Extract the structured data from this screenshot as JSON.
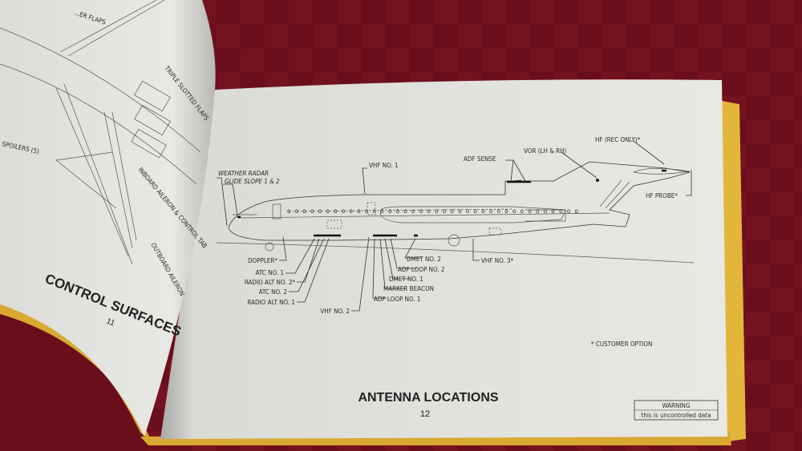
{
  "left_page": {
    "title": "CONTROL SURFACES",
    "page_number": "11",
    "labels": [
      "...ER FLAPS",
      "TRIPLE SLOTTED FLAPS",
      "SPOILERS (5)",
      "INBOARD AILERON & CONTROL TAB",
      "OUTBOARD AILERON"
    ]
  },
  "right_page": {
    "title": "ANTENNA LOCATIONS",
    "page_number": "12",
    "labels": {
      "weather_radar": "WEATHER RADAR",
      "glide_slope": "GLIDE SLOPE 1 & 2",
      "vhf1": "VHF NO. 1",
      "adf_sense": "ADF SENSE",
      "vor": "VOR (LH & RH)",
      "hf_rec": "HF (REC ONLY)*",
      "hf_probe": "HF PROBE*",
      "doppler": "DOPPLER*",
      "atc1": "ATC NO. 1",
      "radio_alt2": "RADIO ALT NO. 2*",
      "atc2": "ATC NO. 2",
      "radio_alt1": "RADIO ALT NO. 1",
      "vhf2": "VHF NO. 2",
      "adf_loop1": "ADF LOOP NO. 1",
      "marker_beacon": "MARKER BEACON",
      "dmet1": "DMET NO. 1",
      "adf_loop2": "ADF LOOP NO. 2",
      "dmet2": "DMET NO. 2",
      "vhf3": "VHF NO. 3*"
    },
    "footnote": "* CUSTOMER OPTION",
    "warning": {
      "title": "WARNING",
      "text": "this is uncontrolled data"
    }
  },
  "colors": {
    "tablecloth": "#6a0e1c",
    "page": "#e6e6e2",
    "cover_edge": "#e2b63a"
  }
}
